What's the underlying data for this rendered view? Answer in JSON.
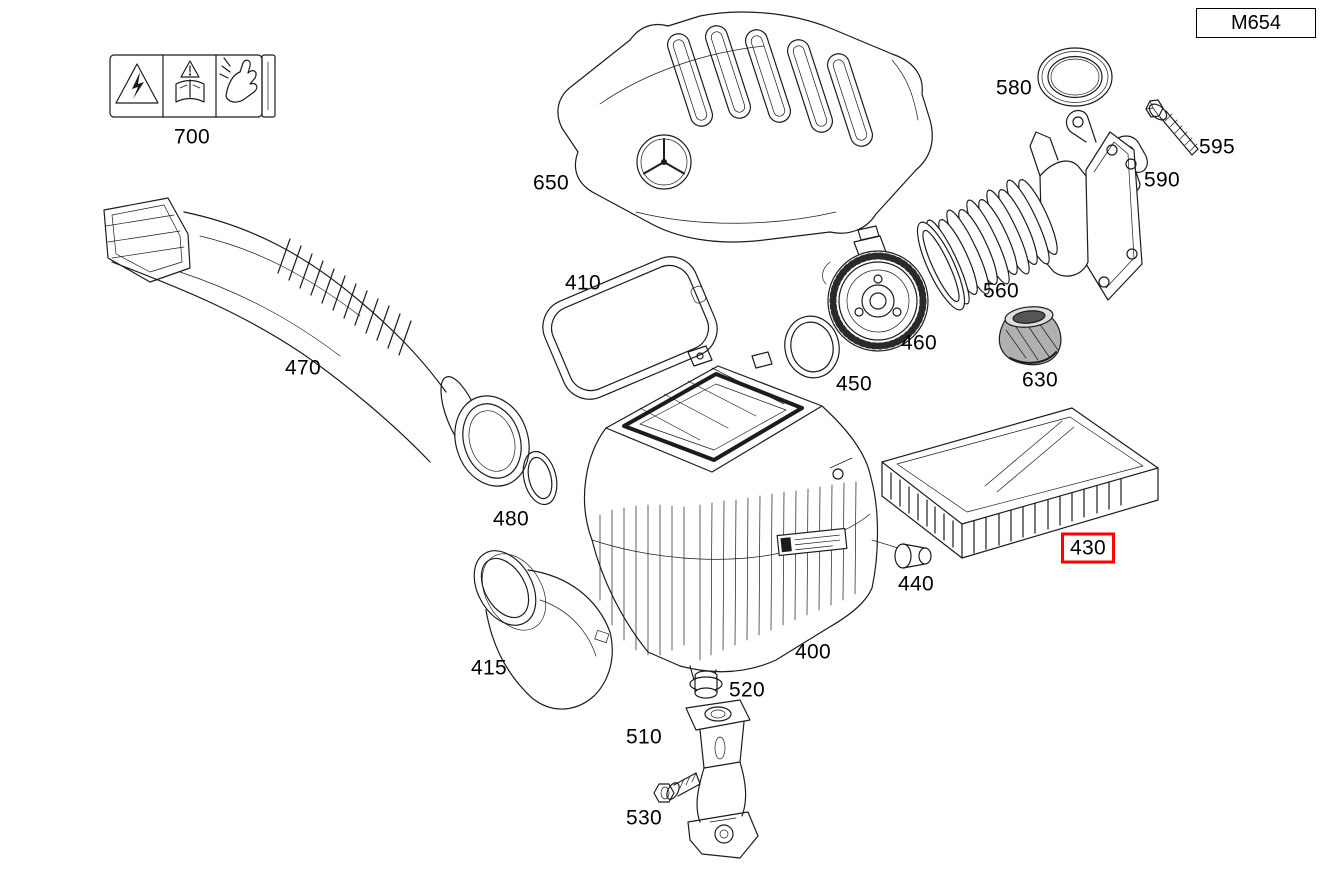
{
  "header": {
    "model_code": "M654"
  },
  "diagram": {
    "selected_part": "430",
    "highlight_color": "#ff0000",
    "line_color": "#1c1c1c",
    "background_color": "#ffffff"
  },
  "parts": {
    "p700": {
      "label": "700"
    },
    "p650": {
      "label": "650"
    },
    "p580": {
      "label": "580"
    },
    "p595": {
      "label": "595"
    },
    "p590": {
      "label": "590"
    },
    "p560": {
      "label": "560"
    },
    "p630": {
      "label": "630"
    },
    "p410": {
      "label": "410"
    },
    "p460": {
      "label": "460"
    },
    "p450": {
      "label": "450"
    },
    "p470": {
      "label": "470"
    },
    "p480": {
      "label": "480"
    },
    "p430": {
      "label": "430"
    },
    "p440": {
      "label": "440"
    },
    "p400": {
      "label": "400"
    },
    "p415": {
      "label": "415"
    },
    "p520": {
      "label": "520"
    },
    "p510": {
      "label": "510"
    },
    "p530": {
      "label": "530"
    }
  }
}
